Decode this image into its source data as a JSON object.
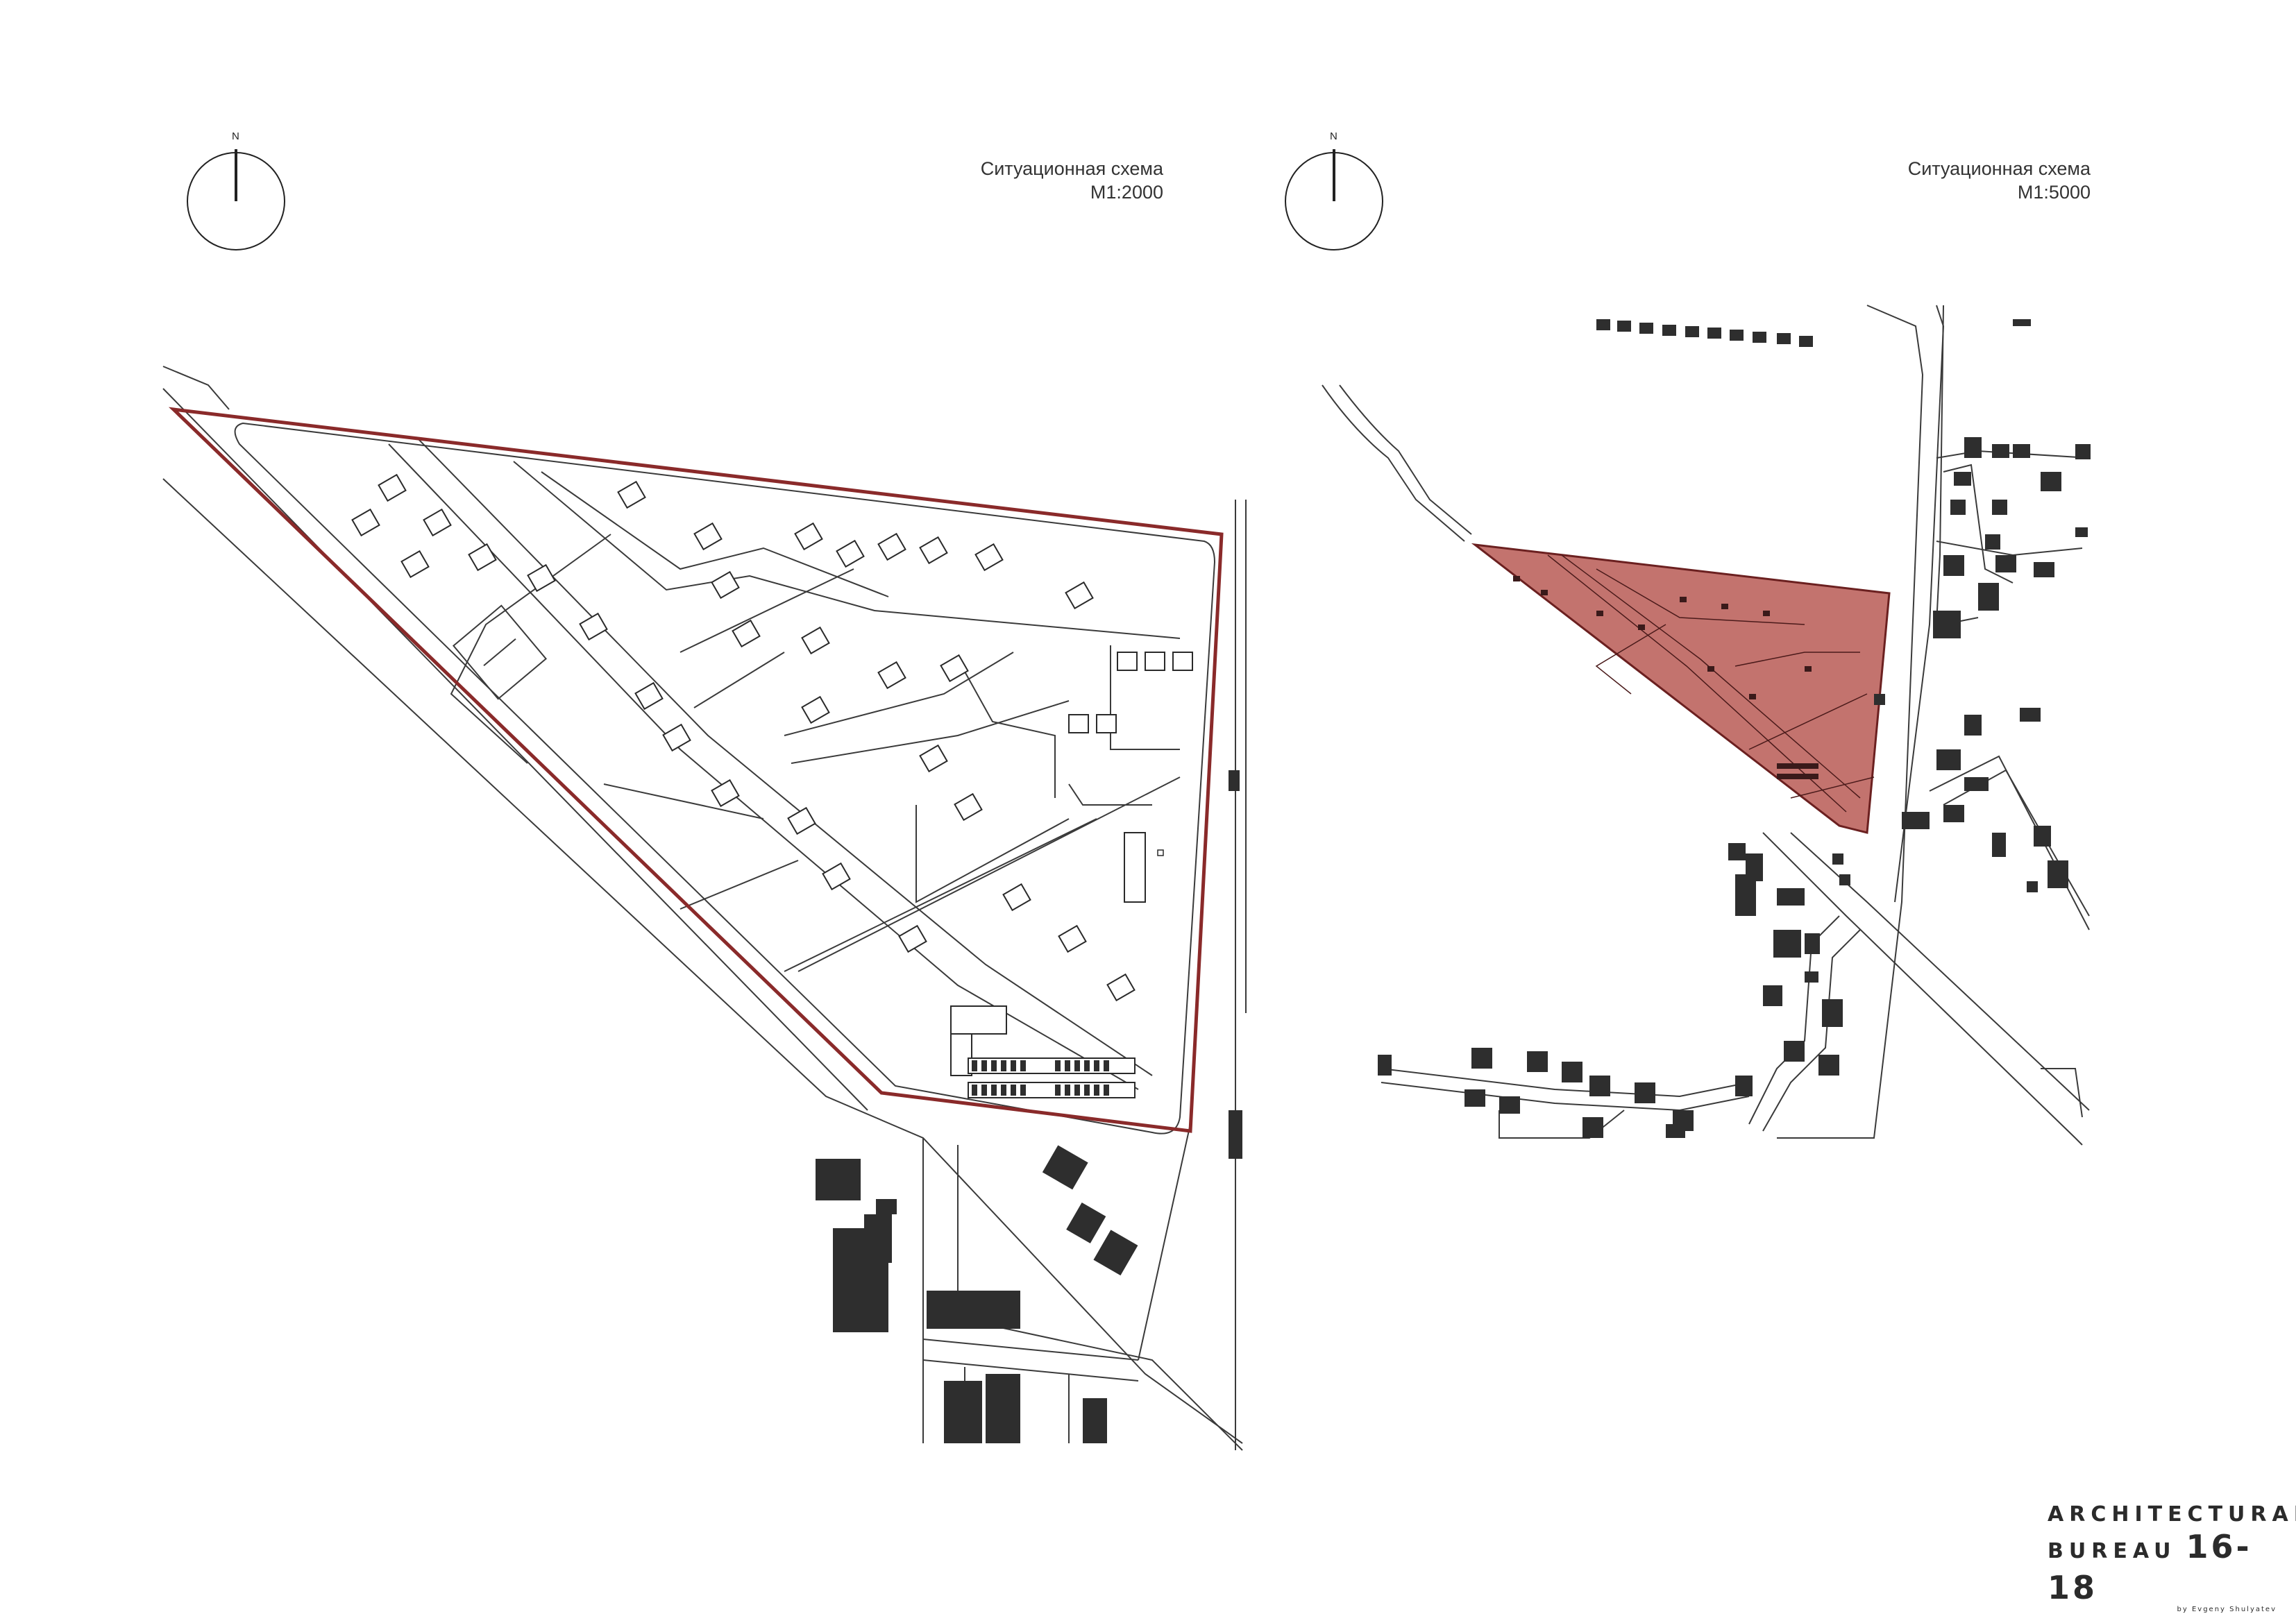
{
  "left_plan": {
    "north": "N",
    "title": "Ситуационная схема",
    "scale": "М1:2000"
  },
  "right_plan": {
    "north": "N",
    "title": "Ситуационная схема",
    "scale": "М1:5000"
  },
  "colors": {
    "boundary": "#8a2a2a",
    "site_fill": "#b85a55",
    "building": "#2e2e2e",
    "line": "#3a3a3a"
  },
  "logo": {
    "line1": "ARCHITECTURAL",
    "line2": "BUREAU",
    "number": "16-18",
    "author": "by Evgeny Shulyatev"
  }
}
